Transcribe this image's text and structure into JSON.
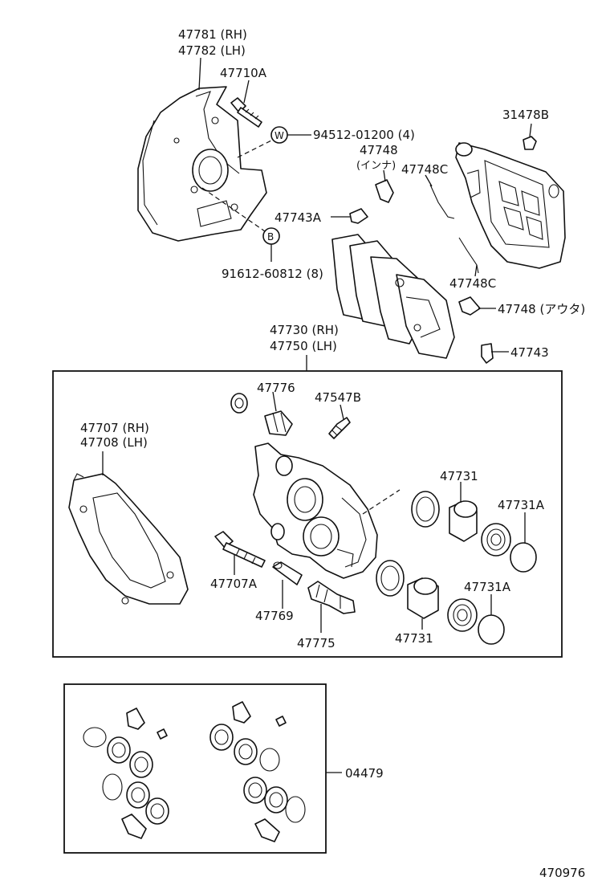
{
  "labels": {
    "shield_rh": "47781 (RH)",
    "shield_lh": "47782 (LH)",
    "bolt_a": "47710A",
    "washer_spec": "94512-01200 (4)",
    "bolt_spec": "91612-60812 (8)",
    "washer_mark": "W",
    "bolt_mark": "B",
    "bleeder_cap": "31478B",
    "clip_inner": "47748",
    "clip_inner_note": "(インナ)",
    "clip_c_top": "47748C",
    "clip_c_bottom": "47748C",
    "shim_a": "47743A",
    "clip_outer": "47748 (アウタ)",
    "shim": "47743",
    "caliper_rh": "47730 (RH)",
    "caliper_lh": "47750 (LH)",
    "boot": "47776",
    "bleeder": "47547B",
    "mount_rh": "47707 (RH)",
    "mount_lh": "47708 (LH)",
    "bolt_707a": "47707A",
    "bushing": "47769",
    "slide_pin": "47775",
    "piston_top": "47731",
    "seal_top": "47731A",
    "seal_bottom": "47731A",
    "piston_bottom": "47731",
    "kit": "04479",
    "figure_no": "470976"
  }
}
